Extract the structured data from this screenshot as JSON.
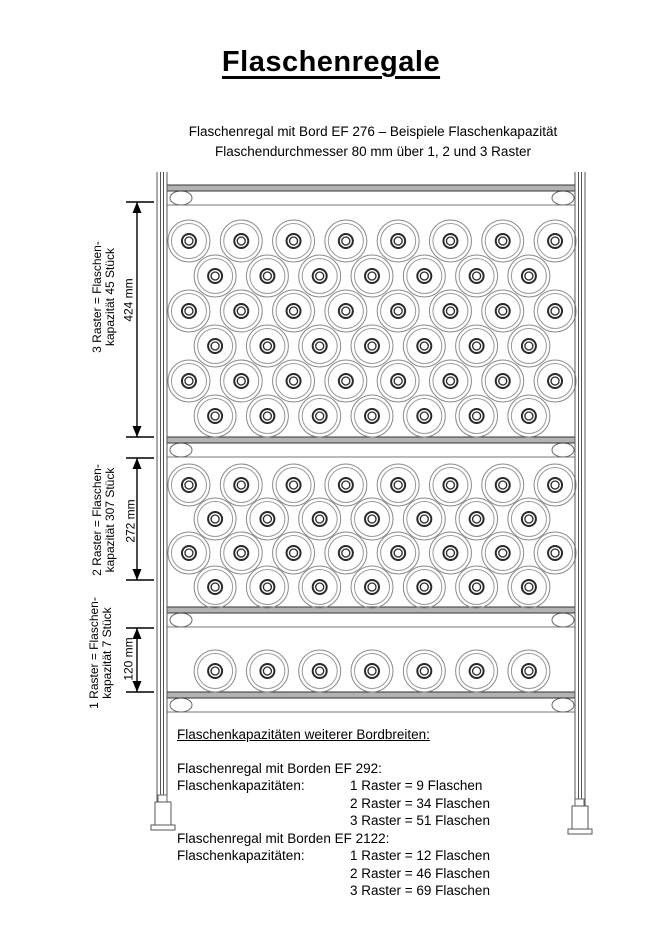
{
  "page": {
    "title": "Flaschenregale",
    "subtitle_line1": "Flaschenregal mit Bord EF 276 – Beispiele Flaschenkapazität",
    "subtitle_line2": "Flaschendurchmesser 80 mm über 1, 2 und 3 Raster"
  },
  "diagram": {
    "description": "Technical line drawing of a bottle rack with three shelf sections, bottles shown end-on as circles",
    "bottle_diameter": "80 mm",
    "sections": [
      {
        "name": "3-raster",
        "label_line1": "3 Raster = Flaschen-",
        "label_line2": "kapazität 45 Stück",
        "dimension": "424 mm",
        "bottle_rows": [
          8,
          7,
          8,
          7,
          8,
          7
        ]
      },
      {
        "name": "2-raster",
        "label_line1": "2 Raster = Flaschen-",
        "label_line2": "kapazität 307 Stück",
        "dimension": "272 mm",
        "bottle_rows": [
          8,
          7,
          8,
          7
        ]
      },
      {
        "name": "1-raster",
        "label_line1": "1 Raster = Flaschen-",
        "label_line2": "kapazität 7 Stück",
        "dimension": "120 mm",
        "bottle_rows": [
          7
        ]
      }
    ]
  },
  "capacity_info": {
    "heading": "Flaschenkapazitäten weiterer Bordbreiten:",
    "blocks": [
      {
        "title": "Flaschenregal mit Borden EF 292:",
        "label": "Flaschenkapazitäten:",
        "rows": [
          "1 Raster = 9 Flaschen",
          "2 Raster = 34 Flaschen",
          "3 Raster = 51 Flaschen"
        ]
      },
      {
        "title": "Flaschenregal mit Borden EF 2122:",
        "label": "Flaschenkapazitäten:",
        "rows": [
          "1 Raster = 12 Flaschen",
          "2 Raster = 46 Flaschen",
          "3 Raster = 69 Flaschen"
        ]
      }
    ]
  }
}
